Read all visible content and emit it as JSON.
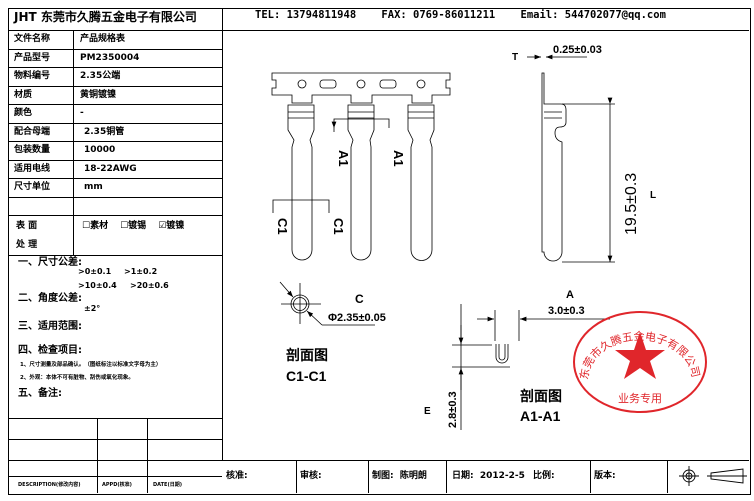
{
  "header": {
    "company": "JHT 东莞市久腾五金电子有限公司",
    "contact": "TEL: 13794811948    FAX: 0769-86011211    Email: 544702077@qq.com"
  },
  "spec_table": [
    {
      "label": "文件名称",
      "value": "产品规格表"
    },
    {
      "label": "产品型号",
      "value": "PM2350004"
    },
    {
      "label": "物料编号",
      "value": "2.35公端"
    },
    {
      "label": "材质",
      "value": "黄铜镀镍"
    },
    {
      "label": "颜色",
      "value": "-"
    },
    {
      "label": "配合母端",
      "value": "2.35铜管"
    },
    {
      "label": "包装数量",
      "value": "10000"
    },
    {
      "label": "适用电线",
      "value": "18-22AWG"
    },
    {
      "label": "尺寸单位",
      "value": "mm"
    },
    {
      "label": "",
      "value": ""
    }
  ],
  "surface": {
    "label_1": "表  面",
    "label_2": "处  理",
    "options": [
      {
        "label": "素材",
        "checked": false
      },
      {
        "label": "镀锡",
        "checked": false
      },
      {
        "label": "镀镍",
        "checked": true
      }
    ]
  },
  "notes": {
    "tolerance_title": "一、尺寸公差:",
    "tolerances": [
      ">0±0.1",
      ">1±0.2",
      ">10±0.4",
      ">20±0.6"
    ],
    "angle_title": "二、角度公差:",
    "angle": "±2°",
    "scope_title": "三、适用范围:",
    "inspect_title": "四、检查项目:",
    "inspect_1": "1、尺寸测量及部品确认。（图纸标注以标准文字母为主）",
    "inspect_2": "2、外观：本体不可有脏物、刮伤或氧化现象。",
    "remark_title": "五、备注:"
  },
  "revision_footer": {
    "description": "DESCRIPTION(修改内容)",
    "appd": "APPD(核准)",
    "date": "DATE(日期)"
  },
  "title_block": {
    "approve": "核准:",
    "review": "审核:",
    "drawn": "制图:  陈明朗",
    "date": "日期:  2012-2-5",
    "scale": "比例:",
    "version": "版本:"
  },
  "drawing": {
    "section_a1": "A1",
    "section_c1": "C1",
    "thickness_label": "T",
    "thickness": "0.25±0.03",
    "length_label": "L",
    "length": "19.5±0.3",
    "c_label": "C",
    "diameter": "Φ2.35±0.05",
    "section_title": "剖面图",
    "section_c1c1": "C1-C1",
    "a_label": "A",
    "width": "3.0±0.3",
    "e_label": "E",
    "height": "2.8±0.3",
    "section_a1a1": "A1-A1"
  },
  "stamp": {
    "text_top": "东莞市久腾五金电子有限公司",
    "text_bottom": "业务专用",
    "color": "#e0262b"
  }
}
